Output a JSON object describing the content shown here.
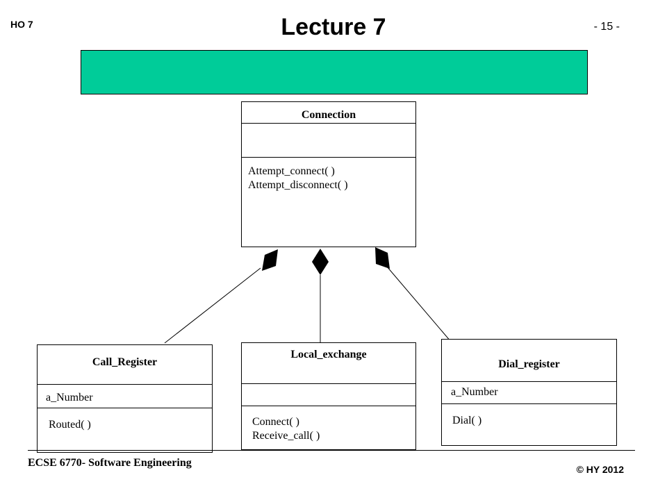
{
  "header": {
    "handout": "HO 7",
    "title": "Lecture 7",
    "page": "- 15 -",
    "banner_color": "#00cc99"
  },
  "diagram": {
    "connection": {
      "name": "Connection",
      "operations": [
        "Attempt_connect( )",
        "Attempt_disconnect( )"
      ]
    },
    "call_register": {
      "name": "Call_Register",
      "attributes": [
        "a_Number"
      ],
      "operations": [
        "Routed( )"
      ]
    },
    "local_exchange": {
      "name": "Local_exchange",
      "operations": [
        "Connect( )",
        "Receive_call( )"
      ]
    },
    "dial_register": {
      "name": "Dial_register",
      "attributes": [
        "a_Number"
      ],
      "operations": [
        "Dial( )"
      ]
    },
    "relationship": "composition"
  },
  "footer": {
    "course": "ECSE 6770- Software Engineering",
    "copyright": "© HY  2012"
  }
}
